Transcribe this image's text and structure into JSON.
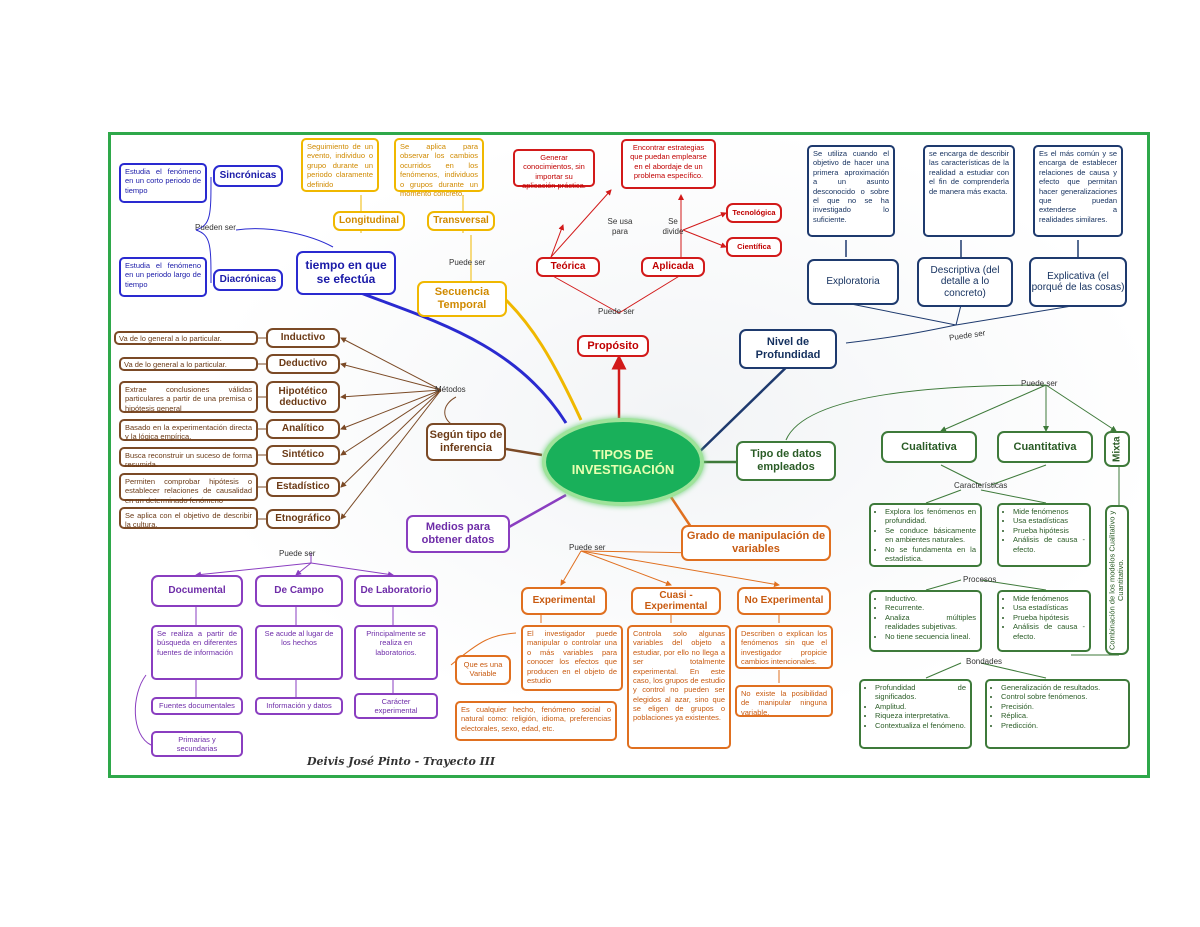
{
  "center": "TIPOS DE INVESTIGACIÓN",
  "time": {
    "main": "tiempo en que se efectúa",
    "sincronicas": "Sincrónicas",
    "sincronicas_desc": "Estudia el fenómeno en un corto periodo de tiempo",
    "diacronicas": "Diacrónicas",
    "diacronicas_desc": "Estudia el fenómeno en un periodo largo de tiempo",
    "pueden_ser": "Pueden ser"
  },
  "sequence": {
    "main": "Secuencia Temporal",
    "puede_ser": "Puede ser",
    "longitudinal": "Longitudinal",
    "longitudinal_desc": "Seguimiento de un evento, individuo o grupo durante un periodo claramente definido",
    "transversal": "Transversal",
    "transversal_desc": "Se aplica para observar los cambios ocurridos en los fenómenos, individuos o grupos durante un momento concreto."
  },
  "purpose": {
    "main": "Propósito",
    "puede_ser": "Puede ser",
    "teorica": "Teórica",
    "teorica_label": "Se usa para",
    "teorica_desc": "Generar conocimientos, sin importar su aplicación práctica.",
    "aplicada": "Aplicada",
    "aplicada_label": "Se divide",
    "aplicada_desc": "Encontrar estrategias que puedan emplearse en el abordaje de un problema específico.",
    "tecnologica": "Tecnológica",
    "cientifica": "Científica"
  },
  "depth": {
    "main": "Nivel de Profundidad",
    "puede_ser": "Puede ser",
    "exploratoria": "Exploratoria",
    "exploratoria_desc": "Se utiliza cuando el objetivo de hacer una primera aproximación a un asunto desconocido o sobre el que no se ha investigado lo suficiente.",
    "descriptiva": "Descriptiva (del detalle a lo concreto)",
    "descriptiva_desc": "se encarga de describir las características de la realidad a estudiar con el fin de comprenderla de manera más exacta.",
    "explicativa": "Explicativa (el porqué de las cosas)",
    "explicativa_desc": "Es el más común y se encarga de establecer relaciones de causa y efecto que permitan hacer generalizaciones que puedan extenderse a realidades similares."
  },
  "inference": {
    "main": "Según tipo de inferencia",
    "metodos": "Métodos",
    "items": [
      {
        "name": "Inductivo",
        "desc": "Va de lo general a lo particular."
      },
      {
        "name": "Deductivo",
        "desc": "Va de lo general a lo particular."
      },
      {
        "name": "Hipotético deductivo",
        "desc": "Extrae conclusiones válidas particulares a partir de una premisa o hipótesis general"
      },
      {
        "name": "Analítico",
        "desc": "Basado en la experimentación directa y la lógica empírica."
      },
      {
        "name": "Sintético",
        "desc": "Busca reconstruir un suceso de forma resumida."
      },
      {
        "name": "Estadístico",
        "desc": "Permiten comprobar hipótesis o establecer relaciones de causalidad en un determinado fenómeno"
      },
      {
        "name": "Etnográfico",
        "desc": "Se aplica con el objetivo de describir la cultura."
      }
    ]
  },
  "data_type": {
    "main": "Tipo de datos empleados",
    "puede_ser": "Puede ser",
    "cualitativa": "Cualitativa",
    "cuantitativa": "Cuantitativa",
    "mixta": "Mixta",
    "mixta_desc": "Combinación de los modelos Cualitativo y Cuantitativo.",
    "caracteristicas": "Características",
    "procesos": "Procesos",
    "bondades": "Bondades",
    "qual_caract": [
      "Explora los fenómenos en profundidad.",
      "Se conduce básicamente en ambientes naturales.",
      "No se fundamenta en la estadística."
    ],
    "quan_caract": [
      "Mide fenómenos",
      "Usa estadísticas",
      "Prueba hipótesis",
      "Análisis de causa - efecto."
    ],
    "qual_proc": [
      "Inductivo.",
      "Recurrente.",
      "Analiza múltiples realidades subjetivas.",
      "No tiene secuencia lineal."
    ],
    "quan_proc": [
      "Mide fenómenos",
      "Usa estadísticas",
      "Prueba hipótesis",
      "Análisis de causa - efecto."
    ],
    "qual_bond": [
      "Profundidad de significados.",
      "Amplitud.",
      "Riqueza interpretativa.",
      "Contextualiza el fenómeno."
    ],
    "quan_bond": [
      "Generalización de resultados.",
      "Control sobre fenómenos.",
      "Precisión.",
      "Réplica.",
      "Predicción."
    ]
  },
  "media": {
    "main": "Medios para obtener datos",
    "puede_ser": "Puede ser",
    "documental": "Documental",
    "documental_desc": "Se realiza a partir de búsqueda en diferentes fuentes de información",
    "fuentes": "Fuentes documentales",
    "primarias": "Primarias y secundarias",
    "campo": "De Campo",
    "campo_desc": "Se acude al lugar de los hechos",
    "campo_info": "Información y datos",
    "laboratorio": "De Laboratorio",
    "laboratorio_desc": "Principalmente se realiza en laboratorios.",
    "laboratorio_info": "Carácter experimental"
  },
  "manipulation": {
    "main": "Grado de manipulación de variables",
    "puede_ser": "Puede ser",
    "experimental": "Experimental",
    "experimental_desc": "El investigador puede manipular o controlar una o más variables para conocer los efectos que producen en el objeto de estudio",
    "que_es": "Que es una Variable",
    "variable_desc": "Es cualquier hecho, fenómeno social o natural como: religión, idioma, preferencias electorales, sexo, edad, etc.",
    "cuasi": "Cuasi - Experimental",
    "cuasi_desc": "Controla solo algunas variables del objeto a estudiar, por ello no llega a ser totalmente experimental. En este caso, los grupos de estudio y control no pueden ser elegidos al azar, sino que se eligen de grupos o poblaciones ya existentes.",
    "no_exp": "No Experimental",
    "no_exp_desc": "Describen o explican los fenómenos sin que el investigador propicie cambios intencionales.",
    "no_exp_desc2": "No existe la posibilidad de manipular ninguna variable."
  },
  "signature": "Deivis José Pinto - Trayecto III",
  "colors": {
    "frame": "#2ea84a",
    "center": "#19b05a",
    "blue": "#2a2ad0",
    "yellow": "#f0b800",
    "red": "#d21a1a",
    "navy": "#1e3a6e",
    "brown": "#7b4a26",
    "purple": "#8a3ec0",
    "orange": "#e07020",
    "green": "#3e7a3a"
  }
}
